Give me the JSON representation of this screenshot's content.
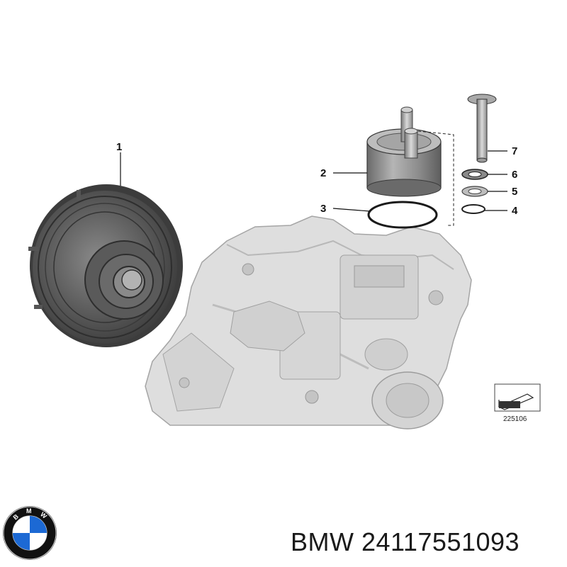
{
  "diagram": {
    "callouts": [
      {
        "number": "1",
        "part": "torque-converter"
      },
      {
        "number": "2",
        "part": "oil-pump"
      },
      {
        "number": "3",
        "part": "o-ring"
      },
      {
        "number": "4",
        "part": "ring"
      },
      {
        "number": "5",
        "part": "shim"
      },
      {
        "number": "6",
        "part": "washer"
      },
      {
        "number": "7",
        "part": "bolt"
      }
    ],
    "reference_code": "225106"
  },
  "caption": {
    "brand": "BMW",
    "part_number": "24117551093"
  },
  "logo": {
    "letters": [
      "B",
      "M",
      "W"
    ],
    "colors": {
      "blue": "#1c69d4",
      "white": "#ffffff",
      "ring": "#111111",
      "silver": "#c9c9c9"
    }
  },
  "colors": {
    "housing": "#dcdcdc",
    "housing_edge": "#9a9a9a",
    "converter_dark": "#4a4a4a",
    "converter_mid": "#7a7a7a",
    "leader": "#111111"
  }
}
